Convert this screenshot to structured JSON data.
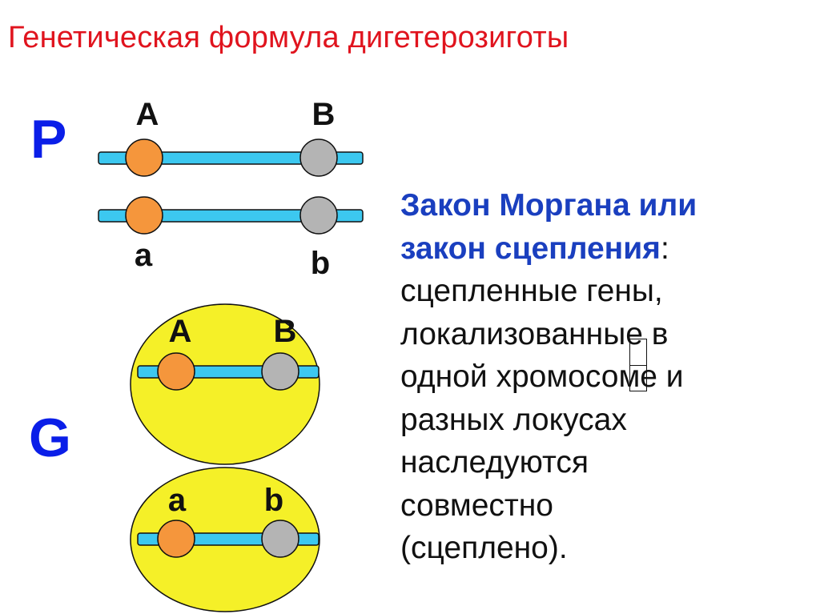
{
  "title": "Генетическая формула дигетерозиготы",
  "generations": {
    "parent": "P",
    "gametes": "G"
  },
  "parent_chromosomes": {
    "top": {
      "allele_left": "A",
      "allele_right": "B"
    },
    "bottom": {
      "allele_left": "a",
      "allele_right": "b"
    }
  },
  "gamete_cells": [
    {
      "allele_left": "A",
      "allele_right": "B"
    },
    {
      "allele_left": "a",
      "allele_right": "b"
    }
  ],
  "law": {
    "heading_line1": "Закон Моргана или",
    "heading_line2": "закон сцепления",
    "colon": ":",
    "body_lines": [
      "сцепленные гены,",
      "локализованные в",
      "одной хромосоме и",
      "разных локусах",
      "наследуются",
      "совместно",
      "(сцеплено)."
    ]
  },
  "colors": {
    "title": "#e0141e",
    "generation_labels": "#0a1ee8",
    "law_heading": "#1a3fbf",
    "chromosome": "#3cc8f0",
    "gene_left": "#f5963c",
    "gene_right": "#b4b4b4",
    "cell": "#f5f028"
  }
}
